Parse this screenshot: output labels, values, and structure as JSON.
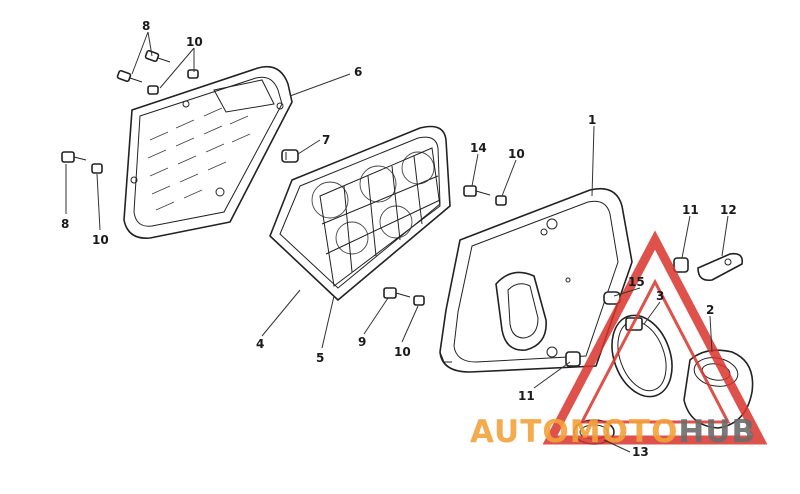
{
  "callouts": {
    "c1": "1",
    "c2": "2",
    "c3": "3",
    "c4": "4",
    "c5": "5",
    "c6": "6",
    "c7": "7",
    "c8_top": "8",
    "c8_left": "8",
    "c9": "9",
    "c10_top": "10",
    "c10_left": "10",
    "c10_mid": "10",
    "c10_low": "10",
    "c11_top": "11",
    "c11_bottom": "11",
    "c12": "12",
    "c13": "13",
    "c14": "14",
    "c15": "15"
  },
  "watermark": {
    "auto": "AUTO",
    "moto": "MOTO",
    "hub": "HUB"
  },
  "colors": {
    "watermark_red": "#d9332b",
    "watermark_orange": "#f2a23a",
    "watermark_gray": "#6b6b6b",
    "line": "#222222"
  }
}
